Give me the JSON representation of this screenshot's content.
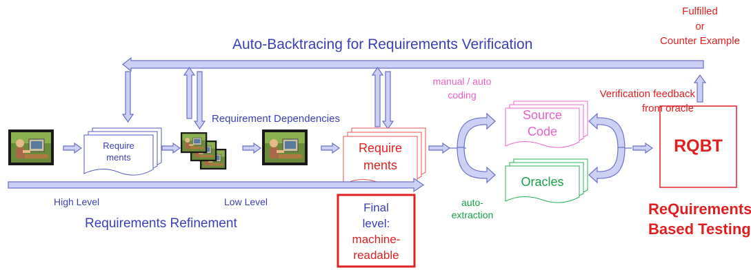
{
  "top": {
    "backtrace_title": "Auto-Backtracing for Requirements Verification",
    "fulfilled": "Fulfilled",
    "or": "or",
    "counter_example": "Counter Example",
    "feedback_line1": "Verification feedback",
    "feedback_line2": "from oracle"
  },
  "pipeline": {
    "doc1_line1": "Require",
    "doc1_line2": "ments",
    "dependencies": "Requirement Dependencies",
    "doc2_line1": "Require",
    "doc2_line2": "ments",
    "coding_line1": "manual / auto",
    "coding_line2": "coding",
    "source_line1": "Source",
    "source_line2": "Code",
    "oracles": "Oracles",
    "extraction_line1": "auto-",
    "extraction_line2": "extraction",
    "rqbt": "RQBT"
  },
  "bottom": {
    "high_level": "High Level",
    "low_level": "Low Level",
    "refinement": "Requirements Refinement",
    "final_1": "Final",
    "final_2": "level:",
    "final_3": "machine-",
    "final_4": "readable",
    "rqbt_full_1": "ReQuirements-",
    "rqbt_full_2": "Based Testing"
  },
  "colors": {
    "arrow_fill": "#ccd0f4",
    "arrow_stroke": "#6870c8",
    "blue": "#3b3fb5",
    "red": "#e02020",
    "pink": "#e860c8",
    "green": "#18a048"
  }
}
